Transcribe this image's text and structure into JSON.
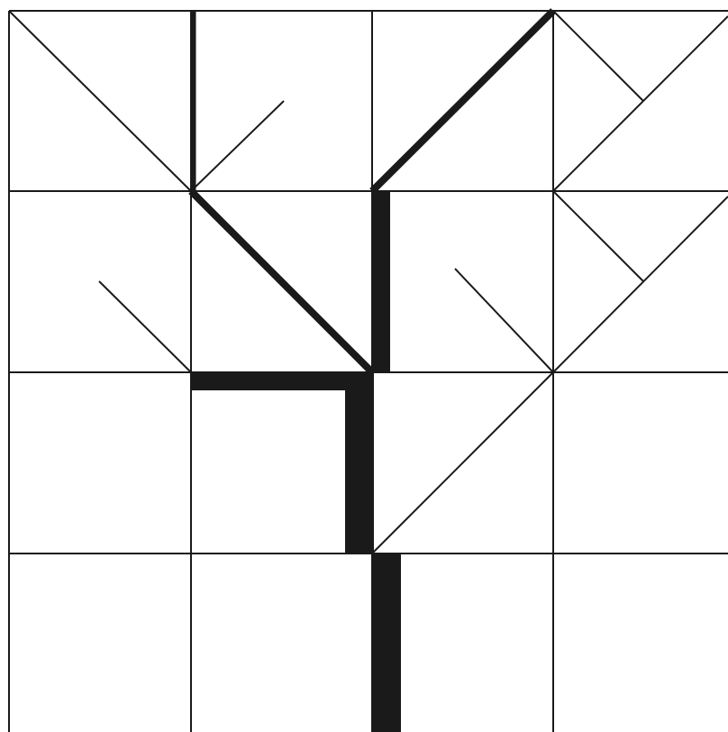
{
  "diagram": {
    "kind": "tree drawn on grid",
    "grid": {
      "rows": 4,
      "columns": 4
    },
    "colors": {
      "background": "#ffffff",
      "grid_line": "#1a1a1a",
      "tree": "#1a1a1a"
    }
  }
}
